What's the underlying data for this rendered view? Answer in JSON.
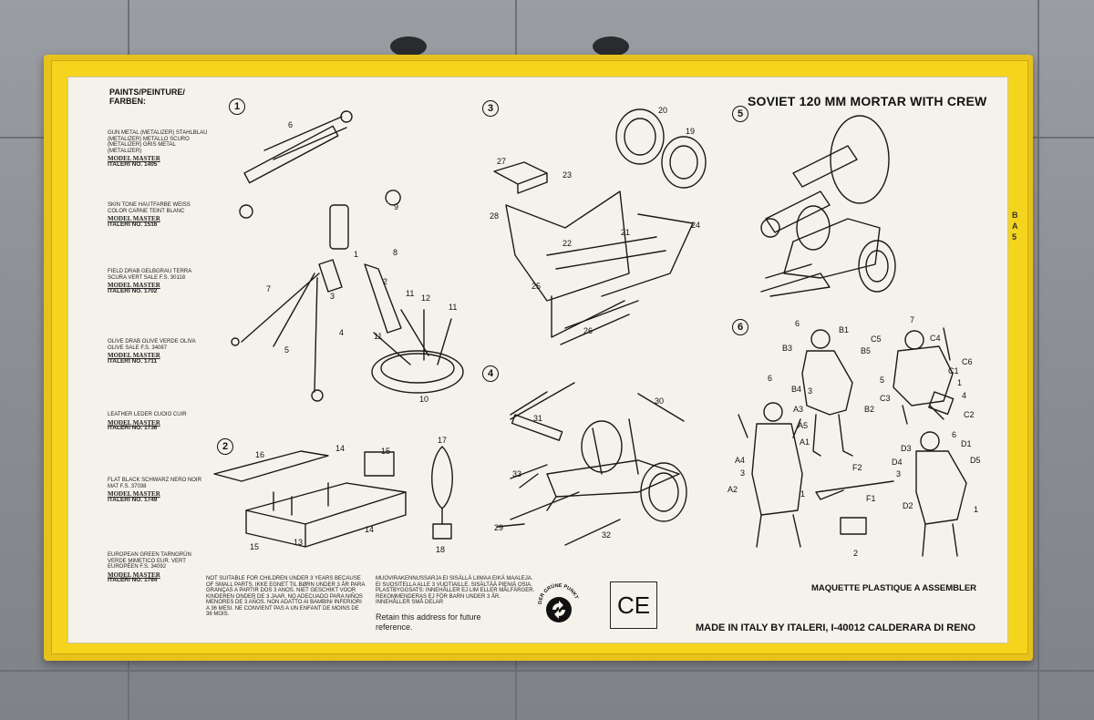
{
  "box": {
    "title": "SOVIET 120 MM MORTAR WITH CREW",
    "maquette": "MAQUETTE PLASTIQUE A ASSEMBLER",
    "made_in": "MADE IN ITALY BY ITALERI, I-40012 CALDERARA DI RENO",
    "retain": "Retain this address for future reference.",
    "ce_mark": "CE",
    "gruene_punkt": "DER GRÜNE PUNKT",
    "side_print": "B A 5"
  },
  "paints": {
    "heading": "PAINTS/PEINTURE/ FARBEN:",
    "items": [
      {
        "lines": "GUN METAL (METALIZER) STAHLBLAU (METALIZER) METALLO SCURO (METALIZER) GRIS METAL (METALIZER)",
        "brand": "MODEL MASTER",
        "code": "ITALERI NO. 1405"
      },
      {
        "lines": "SKIN TONE HAUTFARBE WEISS COLOR CARNE TEINT BLANC",
        "brand": "MODEL MASTER",
        "code": "ITALERI NO. 1516"
      },
      {
        "lines": "FIELD DRAB GELBGRAU TERRA SCURA VERT SALE F.S. 30118",
        "brand": "MODEL MASTER",
        "code": "ITALERI NO. 1702"
      },
      {
        "lines": "OLIVE DRAB OLIVE VERDE OLIVA OLIVE SALE F.S. 34087",
        "brand": "MODEL MASTER",
        "code": "ITALERI NO. 1711"
      },
      {
        "lines": "LEATHER LEDER CUOIO CUIR",
        "brand": "MODEL MASTER",
        "code": "ITALERI NO. 1736"
      },
      {
        "lines": "FLAT BLACK SCHWARZ NERO NOIR MAT F.S. 37038",
        "brand": "MODEL MASTER",
        "code": "ITALERI NO. 1749"
      },
      {
        "lines": "EUROPEAN GREEN TARNGRÜN VERDE MIMETICO EUR. VERT EUROPÉEN F.S. 34092",
        "brand": "MODEL MASTER",
        "code": "ITALERI NO. 1764"
      }
    ]
  },
  "steps": [
    "1",
    "2",
    "3",
    "4",
    "5",
    "6"
  ],
  "warnings": {
    "left": "NOT SUITABLE FOR CHILDREN UNDER 3 YEARS BECAUSE OF SMALL PARTS. IKKE EGNET TIL BØRN UNDER 3 ÅR PARA GRANÇAS A PARTIR DOS 3 ANOS. NIET GESCHIKT VOOR KINDEREN ONDER DE 3 JAAR. NO ADECUADO PARA NIÑOS MENORES DE 3 AÑOS. NON ADATTO AI BAMBINI INFERIORI A 36 MESI. NE CONVIENT PAS A UN ENFANT DE MOINS DE 36 MOIS.",
    "middle": "MUOVIRAKENNUSSARJA EI SISÄLLÄ LIIMAA EIKÄ MAALEJA. EI SUOSITELLA ALLE 3 VUOTIAILLE. SISÄLTÄÄ PIENIÄ OSIA. PLASTBYGGSATS: INNEHÅLLER EJ LIM ELLER MÅLFÄRGER. REKOMMENDERAS EJ FÖR BARN UNDER 3 ÅR. INNEHÅLLER SMÅ DELAR"
  },
  "part_numbers": {
    "step1": [
      "6",
      "9",
      "8",
      "1",
      "2",
      "3",
      "4",
      "7",
      "5",
      "11",
      "12",
      "11",
      "11",
      "10"
    ],
    "step2": [
      "16",
      "14",
      "15",
      "13",
      "15",
      "14",
      "17",
      "18"
    ],
    "step3": [
      "20",
      "19",
      "27",
      "23",
      "28",
      "22",
      "21",
      "24",
      "25",
      "26"
    ],
    "step4": [
      "31",
      "30",
      "33",
      "29",
      "32"
    ],
    "step6": [
      "6",
      "B1",
      "B3",
      "B5",
      "B4",
      "3",
      "B2",
      "7",
      "C5",
      "C4",
      "C6",
      "C1",
      "5",
      "1",
      "C3",
      "4",
      "C2",
      "6",
      "A3",
      "A5",
      "A1",
      "A4",
      "3",
      "A2",
      "1",
      "F2",
      "F1",
      "2",
      "6",
      "D1",
      "D3",
      "D5",
      "D4",
      "3",
      "D2",
      "1"
    ]
  }
}
